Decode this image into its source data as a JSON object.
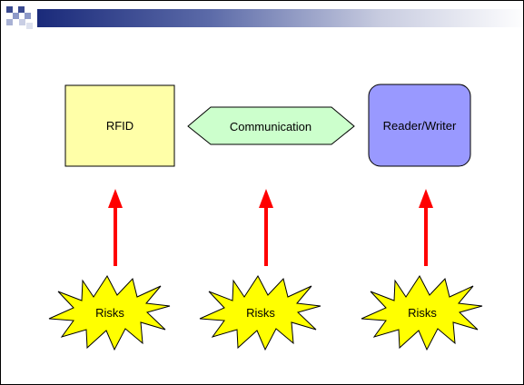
{
  "diagram": {
    "nodes": {
      "rfid": {
        "label": "RFID",
        "fill": "#ffffa8"
      },
      "communication": {
        "label": "Communication",
        "fill": "#ccffcc"
      },
      "reader_writer": {
        "label": "Reader/Writer",
        "fill": "#9999ff"
      }
    },
    "risks": [
      {
        "label": "Risks"
      },
      {
        "label": "Risks"
      },
      {
        "label": "Risks"
      }
    ],
    "arrow_color": "#ff0000",
    "burst_fill": "#ffff00"
  }
}
